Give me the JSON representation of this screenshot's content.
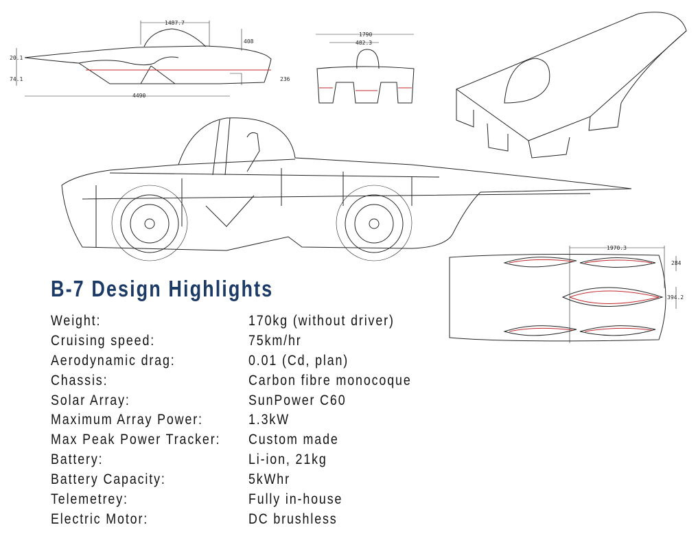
{
  "drawings": {
    "side_view": {
      "dims": [
        "1487.7",
        "408",
        "20.1",
        "74.1",
        "236",
        "4490"
      ]
    },
    "front_view": {
      "dims": [
        "1790",
        "482.3"
      ]
    },
    "top_view": {
      "dims": [
        "1970.3",
        "284",
        "394.2"
      ]
    }
  },
  "title": "B-7 Design Highlights",
  "specs": [
    {
      "label": "Weight:",
      "value": "170kg (without driver)"
    },
    {
      "label": "Cruising speed:",
      "value": "75km/hr"
    },
    {
      "label": "Aerodynamic drag:",
      "value": "0.01 (Cd, plan)"
    },
    {
      "label": "Chassis:",
      "value": "Carbon fibre monocoque"
    },
    {
      "label": "Solar Array:",
      "value": "SunPower C60"
    },
    {
      "label": "Maximum Array Power:",
      "value": "1.3kW"
    },
    {
      "label": "Max Peak Power Tracker:",
      "value": "Custom made"
    },
    {
      "label": "Battery:",
      "value": "Li-ion, 21kg"
    },
    {
      "label": "Battery Capacity:",
      "value": "5kWhr"
    },
    {
      "label": "Telemetrey:",
      "value": "Fully in-house"
    },
    {
      "label": "Electric Motor:",
      "value": "DC brushless"
    }
  ],
  "colors": {
    "title": "#1c3a66",
    "accent_line": "#c0262b"
  }
}
